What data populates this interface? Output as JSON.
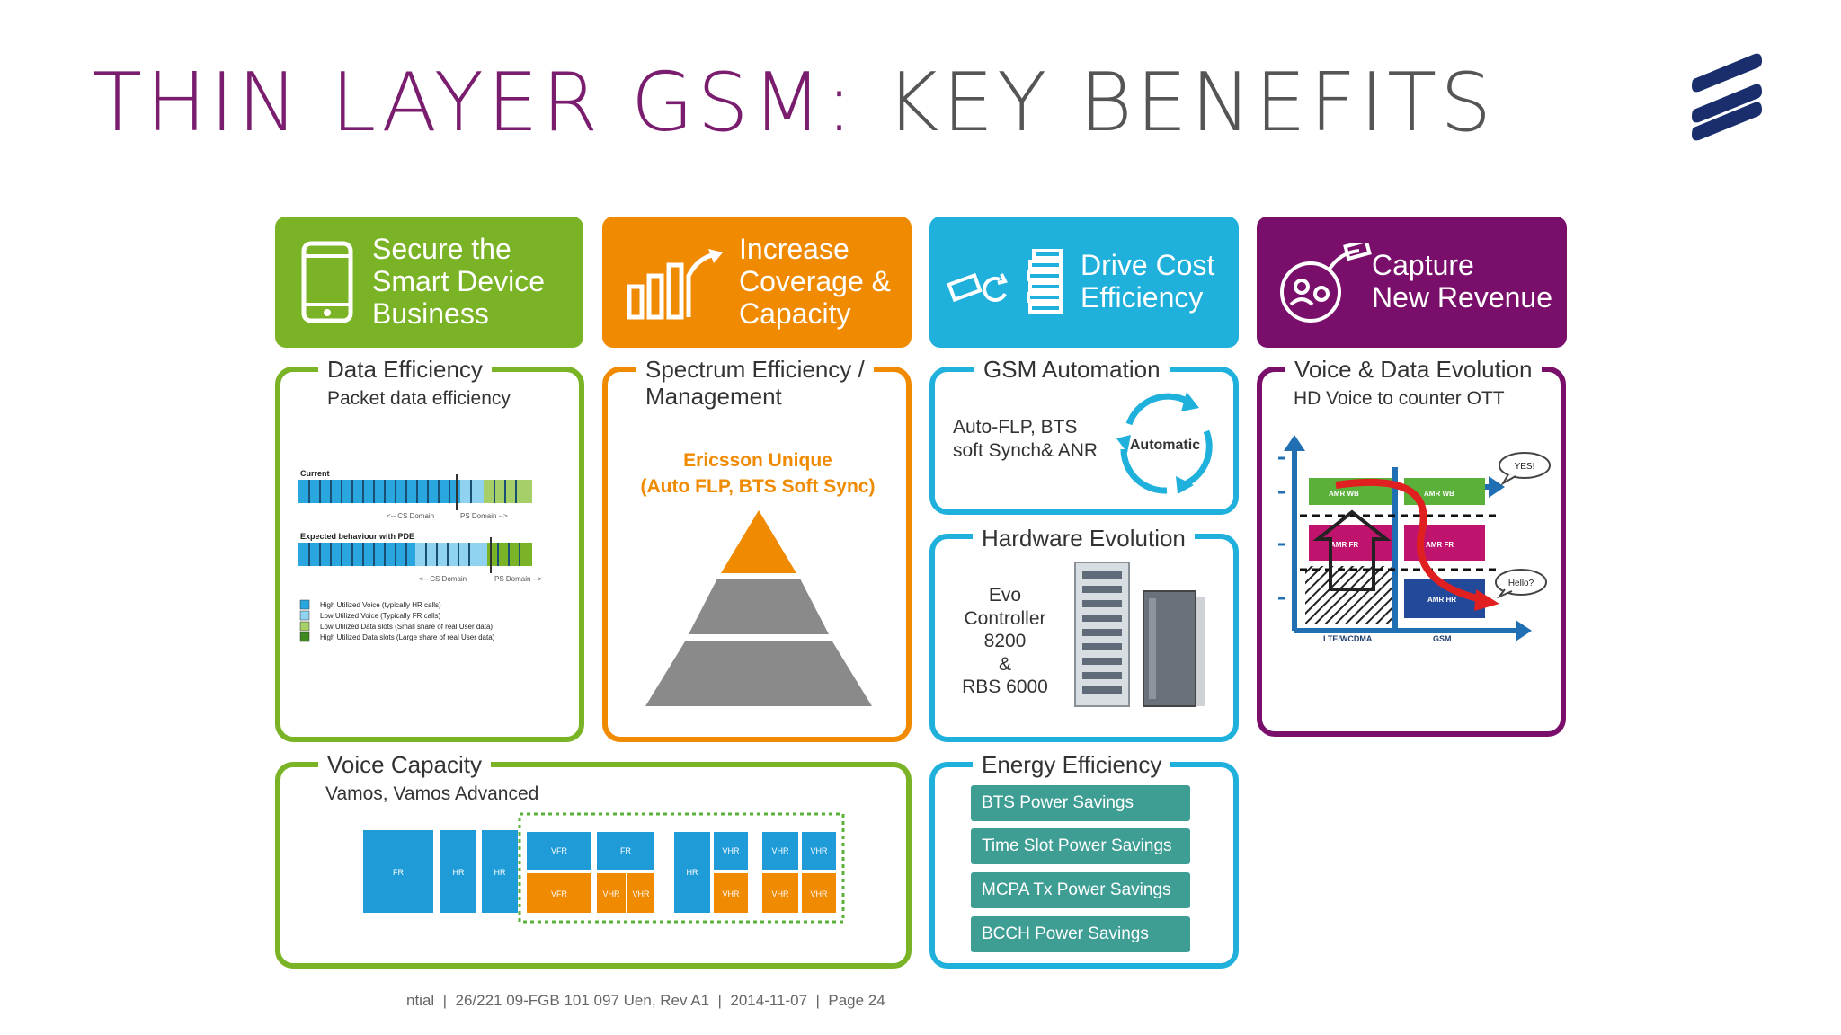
{
  "slide": {
    "title_part1": "THIN LAYER GSM:",
    "title_part2": "KEY BENEFITS",
    "footer": "ntial  |  26/221 09-FGB 101 097 Uen, Rev A1  |  2014-11-07  |  Page 24"
  },
  "colors": {
    "green": "#7ab325",
    "orange": "#f08a00",
    "blue": "#1fb0dc",
    "purple": "#7a0f6b",
    "teal": "#3f9e94",
    "title_purple": "#7a1d6e"
  },
  "headers": [
    {
      "lines": [
        "Secure the",
        "Smart Device",
        "Business"
      ],
      "icon": "smartphone-icon"
    },
    {
      "lines": [
        "Increase",
        "Coverage &",
        "Capacity"
      ],
      "icon": "growth-chart-icon"
    },
    {
      "lines": [
        "Drive Cost",
        "Efficiency"
      ],
      "icon": "money-stack-icon"
    },
    {
      "lines": [
        "Capture",
        "New Revenue"
      ],
      "icon": "revenue-people-icon"
    }
  ],
  "cards": {
    "data_efficiency": {
      "title": "Data Efficiency",
      "subtitle": "Packet data efficiency",
      "fig_current": "Current",
      "fig_expected": "Expected behaviour with PDE",
      "fig_cs": "<-- CS Domain",
      "fig_ps": "PS Domain -->",
      "legend": [
        "High Utilized Voice (typically HR calls)",
        "Low Utilized Voice (Typically FR calls)",
        "Low Utilized Data slots (Small share of real User data)",
        "High Utilized Data slots (Large share of real User data)"
      ]
    },
    "spectrum": {
      "title_line1": "Spectrum Efficiency /",
      "title_line2": "Management",
      "unique_line1": "Ericsson Unique",
      "unique_line2": "(Auto FLP, BTS Soft Sync)"
    },
    "gsm_automation": {
      "title": "GSM Automation",
      "text_line1": "Auto-FLP, BTS",
      "text_line2": "soft Synch& ANR",
      "cycle_label": "Automatic"
    },
    "hardware": {
      "title": "Hardware Evolution",
      "lines": [
        "Evo",
        "Controller",
        "8200",
        "&",
        "RBS 6000"
      ]
    },
    "voice_data": {
      "title": "Voice & Data Evolution",
      "subtitle": "HD Voice to counter OTT",
      "blocks": [
        "AMR WB",
        "AMR WB",
        "AMR FR",
        "AMR FR",
        "AMR HR"
      ],
      "bubble_yes": "YES!",
      "bubble_hello": "Hello?",
      "x_left": "LTE/WCDMA",
      "x_right": "GSM"
    },
    "voice_capacity": {
      "title": "Voice Capacity",
      "subtitle": "Vamos, Vamos Advanced",
      "blocks_top": [
        "FR",
        "HR",
        "HR",
        "VFR",
        "FR",
        "HR",
        "VHR",
        "VHR",
        "VHR"
      ],
      "blocks_bottom": [
        "VFR",
        "VHR",
        "VHR",
        "VHR",
        "VHR",
        "VHR"
      ]
    },
    "energy": {
      "title": "Energy Efficiency",
      "items": [
        "BTS Power Savings",
        "Time Slot Power Savings",
        "MCPA  Tx Power Savings",
        "BCCH Power Savings"
      ]
    }
  }
}
